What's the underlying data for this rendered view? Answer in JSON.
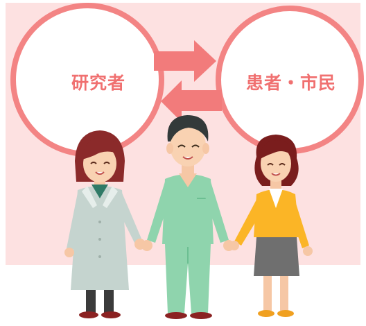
{
  "diagram": {
    "left_node": {
      "label": "研究者"
    },
    "right_node": {
      "label": "患者・市民"
    }
  },
  "colors": {
    "background_band": "#fde1e1",
    "circle_stroke": "#f38484",
    "arrow": "#f27b7b",
    "label_text": "#f07070"
  },
  "figures": [
    {
      "role": "researcher",
      "clothing": "lab-coat"
    },
    {
      "role": "medical-staff",
      "clothing": "scrubs"
    },
    {
      "role": "citizen",
      "clothing": "cardigan-and-skirt"
    }
  ]
}
